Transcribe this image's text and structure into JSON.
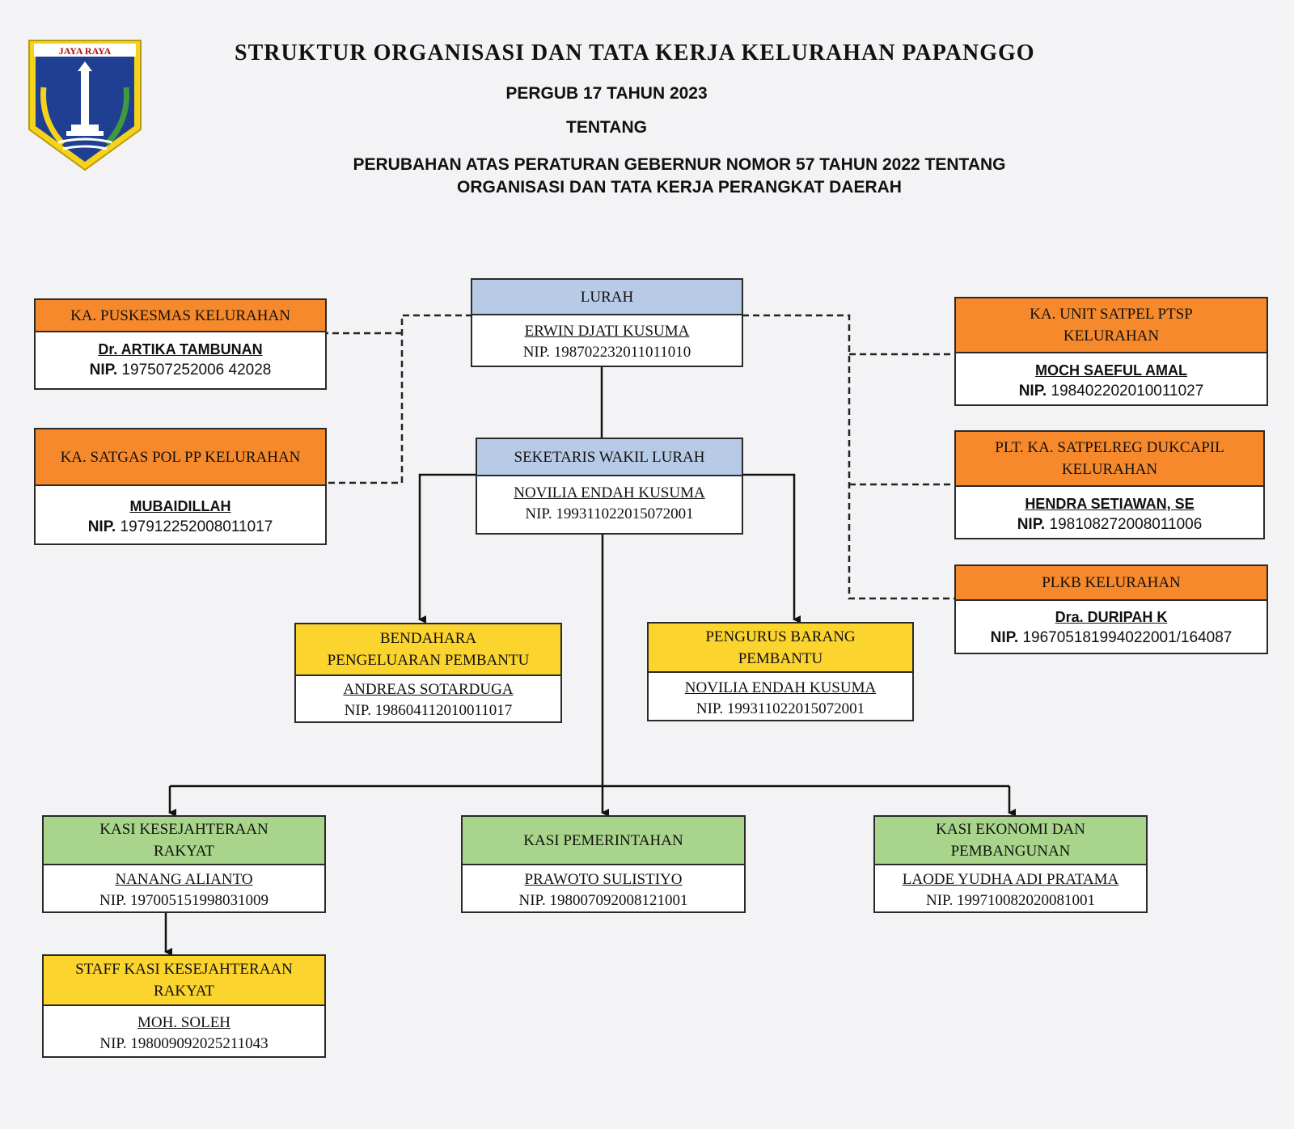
{
  "header": {
    "emblem_text": "JAYA RAYA",
    "title": "STRUKTUR ORGANISASI DAN TATA KERJA KELURAHAN PAPANGGO",
    "subtitle1": "PERGUB 17 TAHUN 2023",
    "subtitle2": "TENTANG",
    "subtitle3_line1": "PERUBAHAN ATAS PERATURAN GEBERNUR NOMOR 57 TAHUN 2022 TENTANG",
    "subtitle3_line2": "ORGANISASI DAN TATA KERJA PERANGKAT DAERAH"
  },
  "nodes": {
    "lurah": {
      "title": "LURAH",
      "name": "ERWIN DJATI KUSUMA",
      "nip": "NIP. 198702232011011010"
    },
    "sekretaris": {
      "title": "SEKETARIS WAKIL LURAH",
      "name": "NOVILIA ENDAH KUSUMA",
      "nip": "NIP. 199311022015072001"
    },
    "puskesmas": {
      "title": "KA. PUSKESMAS KELURAHAN",
      "name": "Dr. ARTIKA TAMBUNAN",
      "nip_label": "NIP.",
      "nip": "197507252006 42028"
    },
    "satgas": {
      "title": "KA. SATGAS POL PP KELURAHAN",
      "name": "MUBAIDILLAH",
      "nip_label": "NIP.",
      "nip": "197912252008011017"
    },
    "ptsp": {
      "title1": "KA. UNIT SATPEL PTSP",
      "title2": "KELURAHAN",
      "name": "MOCH SAEFUL AMAL",
      "nip_label": "NIP.",
      "nip": "198402202010011027"
    },
    "dukcapil": {
      "title1": "PLT. KA. SATPELREG DUKCAPIL",
      "title2": "KELURAHAN",
      "name": "HENDRA SETIAWAN, SE",
      "nip_label": "NIP.",
      "nip": "198108272008011006"
    },
    "plkb": {
      "title": "PLKB KELURAHAN",
      "name": "Dra. DURIPAH K",
      "nip_label": "NIP.",
      "nip": "196705181994022001/164087"
    },
    "bendahara": {
      "title1": "BENDAHARA",
      "title2": "PENGELUARAN PEMBANTU",
      "name": "ANDREAS SOTARDUGA",
      "nip": "NIP. 198604112010011017"
    },
    "pengurus": {
      "title1": "PENGURUS BARANG",
      "title2": "PEMBANTU",
      "name": "NOVILIA ENDAH KUSUMA",
      "nip": "NIP. 199311022015072001"
    },
    "kesra": {
      "title1": "KASI KESEJAHTERAAN",
      "title2": "RAKYAT",
      "name": "NANANG ALIANTO",
      "nip": "NIP. 197005151998031009"
    },
    "pemerintahan": {
      "title": "KASI PEMERINTAHAN",
      "name": "PRAWOTO SULISTIYO",
      "nip": "NIP. 198007092008121001"
    },
    "ekonomi": {
      "title1": "KASI EKONOMI DAN",
      "title2": "PEMBANGUNAN",
      "name": "LAODE YUDHA ADI PRATAMA",
      "nip": "NIP. 199710082020081001"
    },
    "staff": {
      "title1": "STAFF KASI KESEJAHTERAAN",
      "title2": "RAKYAT",
      "name": "MOH. SOLEH",
      "nip": "NIP. 198009092025211043"
    }
  },
  "colors": {
    "blue": "#b8cbe6",
    "orange": "#f6892b",
    "yellow": "#fbd42e",
    "green": "#a8d58b",
    "emblem_yellow": "#f5d21c",
    "emblem_blue": "#1f3f93"
  }
}
